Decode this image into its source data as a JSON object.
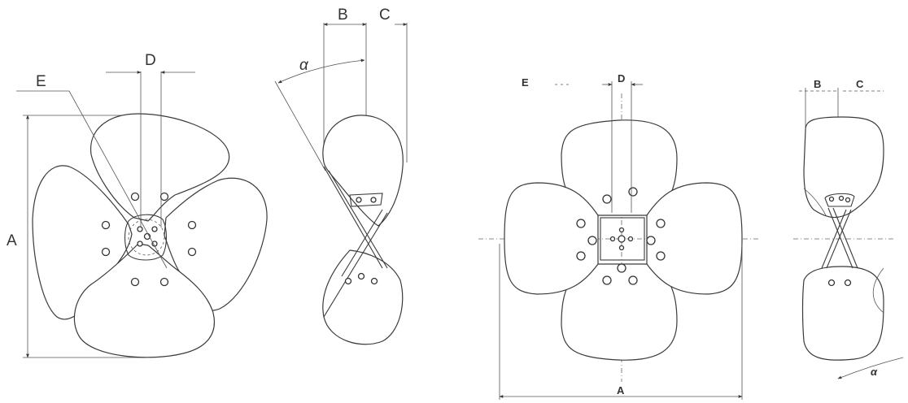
{
  "labels": {
    "three_blade_front": {
      "a": "A",
      "d": "D",
      "e": "E"
    },
    "three_blade_side": {
      "b": "B",
      "c": "C",
      "alpha": "α"
    },
    "four_blade_front": {
      "a": "A",
      "d": "D",
      "e": "E"
    },
    "four_blade_side": {
      "b": "B",
      "c": "C",
      "alpha": "α"
    }
  },
  "colors": {
    "line": "#3a3a3a",
    "paper": "#ffffff"
  }
}
